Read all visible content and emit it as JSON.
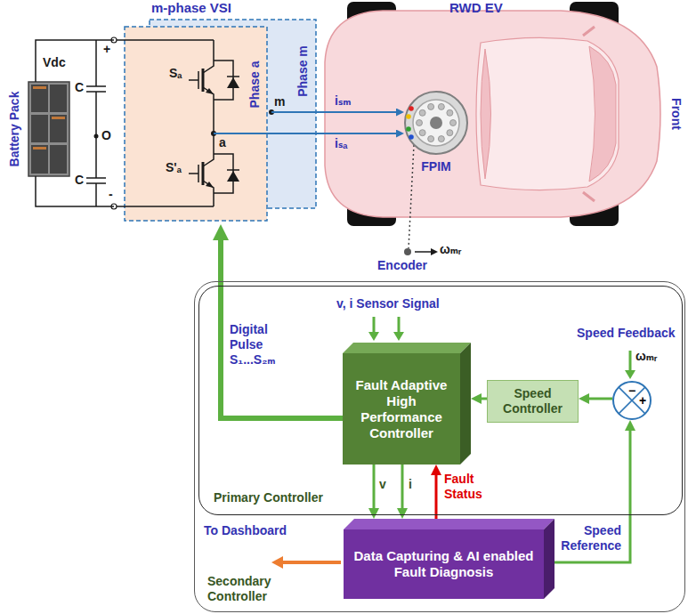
{
  "diagram": {
    "nodes": [
      {
        "text": [
          "Battery Pack"
        ]
      },
      {
        "text": [
          "m-phase VSI"
        ]
      },
      {
        "text": [
          "Phase a"
        ],
        "in": 1
      },
      {
        "text": [
          "Phase m"
        ],
        "in": 1
      },
      {
        "text": [
          "RWD EV",
          "Front"
        ]
      },
      {
        "text": [
          "FPIM"
        ],
        "in": 4
      },
      {
        "text": [
          "Secondary Controller"
        ]
      },
      {
        "text": [
          "Primary Controller"
        ],
        "in": 6
      },
      {
        "text": [
          "Fault Adaptive High Performance Controller"
        ],
        "in": 7
      },
      {
        "text": [
          "Speed Controller"
        ],
        "in": 7
      },
      {
        "text": [
          "−",
          "+"
        ],
        "in": 7
      },
      {
        "text": [
          "Data Capturing & AI enabled Fault Diagnosis"
        ],
        "in": 6
      }
    ],
    "edges": [
      {
        "from": 0,
        "to": 1,
        "arrow": "none"
      },
      {
        "from": 0,
        "to": 1,
        "arrow": "none"
      },
      {
        "from": 2,
        "to": 5,
        "label": "iₛₐ",
        "arrow": "to"
      },
      {
        "from": 3,
        "to": 5,
        "label": "iₛₘ",
        "arrow": "to"
      },
      {
        "from": 8,
        "to": 1,
        "label": "Digital Pulse S₁...S₂ₘ",
        "arrow": "to"
      },
      {
        "from": 9,
        "to": 8,
        "arrow": "to"
      },
      {
        "from": 10,
        "to": 9,
        "arrow": "to"
      },
      {
        "from": 8,
        "to": 11,
        "label": "v",
        "arrow": "to"
      },
      {
        "from": 8,
        "to": 11,
        "label": "i",
        "arrow": "to"
      },
      {
        "from": 11,
        "to": 8,
        "label": "Fault Status",
        "arrow": "to"
      },
      {
        "from": 11,
        "to": 10,
        "label": "Speed Reference",
        "arrow": "to"
      }
    ],
    "labels": [
      "Vdc",
      "C",
      "C",
      "+",
      "O",
      "-",
      "Sₐ",
      "S'ₐ",
      "a",
      "m",
      "Encoder",
      "ωₘᵣ",
      "v, i Sensor Signal",
      "Speed Feedback",
      "ωₘᵣ",
      "To Dashboard"
    ]
  }
}
